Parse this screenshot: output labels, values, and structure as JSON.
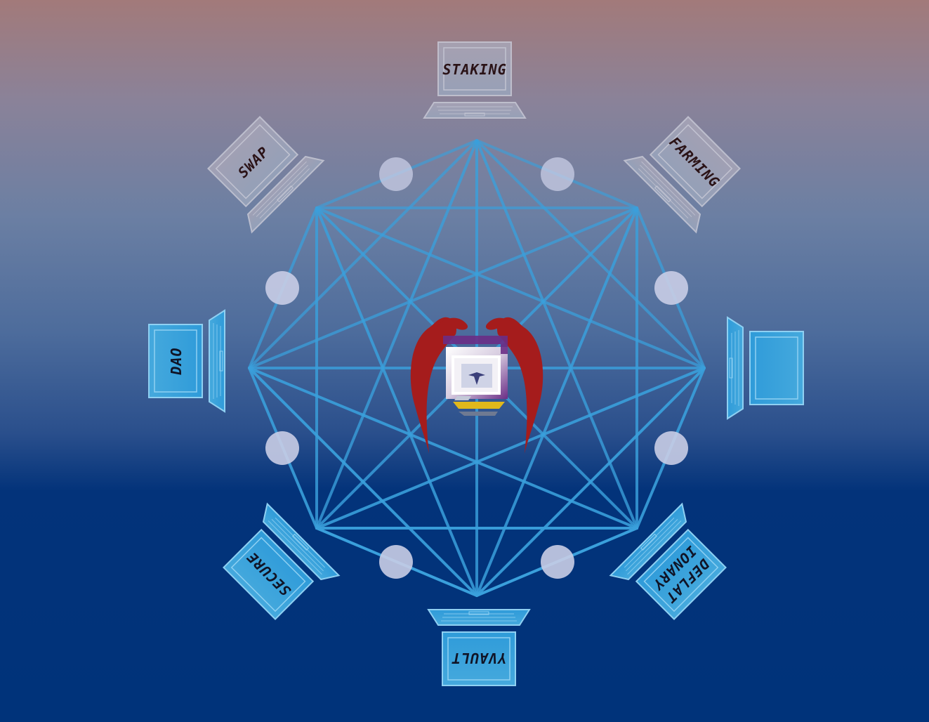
{
  "diagram": {
    "nodes": [
      {
        "id": "staking",
        "label": "STAKING",
        "label2": ""
      },
      {
        "id": "farming",
        "label": "FARMING",
        "label2": ""
      },
      {
        "id": "right",
        "label": "",
        "label2": ""
      },
      {
        "id": "deflationary",
        "label": "DEFLAT",
        "label2": "IONARY"
      },
      {
        "id": "yvault",
        "label": "YVAULT",
        "label2": ""
      },
      {
        "id": "secure",
        "label": "SECURE",
        "label2": ""
      },
      {
        "id": "dao",
        "label": "DAO",
        "label2": ""
      },
      {
        "id": "swap",
        "label": "SWAP",
        "label2": ""
      }
    ],
    "colors": {
      "network_line": "#3aa0dc",
      "connector_dot": "#c9cde6",
      "laptop_fill": "#3ea6dc",
      "laptop_edge": "#8fd0f2",
      "logo_red": "#a51c1c",
      "logo_purple": "#6a2d86",
      "logo_yellow": "#e0b81c",
      "label_dark": "#2a1216"
    },
    "icons": {
      "center": "brand-logo-icon",
      "node": "laptop-icon",
      "connector": "connector-dot-icon"
    }
  }
}
